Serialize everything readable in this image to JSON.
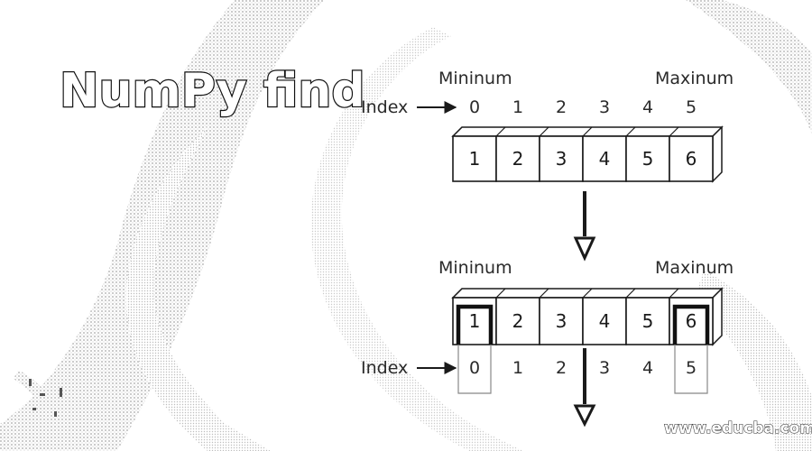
{
  "title": "NumPy find",
  "watermark": "www.educba.com",
  "colors": {
    "ink": "#1a1a1a",
    "cell_face": "#ffffff",
    "highlight": "#111111"
  },
  "top_array": {
    "min_label": "Mininum",
    "max_label": "Maxinum",
    "index_label": "Index",
    "indices": [
      "0",
      "1",
      "2",
      "3",
      "4",
      "5"
    ],
    "values": [
      "1",
      "2",
      "3",
      "4",
      "5",
      "6"
    ]
  },
  "bottom_array": {
    "min_label": "Mininum",
    "max_label": "Maxinum",
    "index_label": "Index",
    "indices": [
      "0",
      "1",
      "2",
      "3",
      "4",
      "5"
    ],
    "values": [
      "1",
      "2",
      "3",
      "4",
      "5",
      "6"
    ],
    "highlighted": [
      0,
      5
    ]
  }
}
